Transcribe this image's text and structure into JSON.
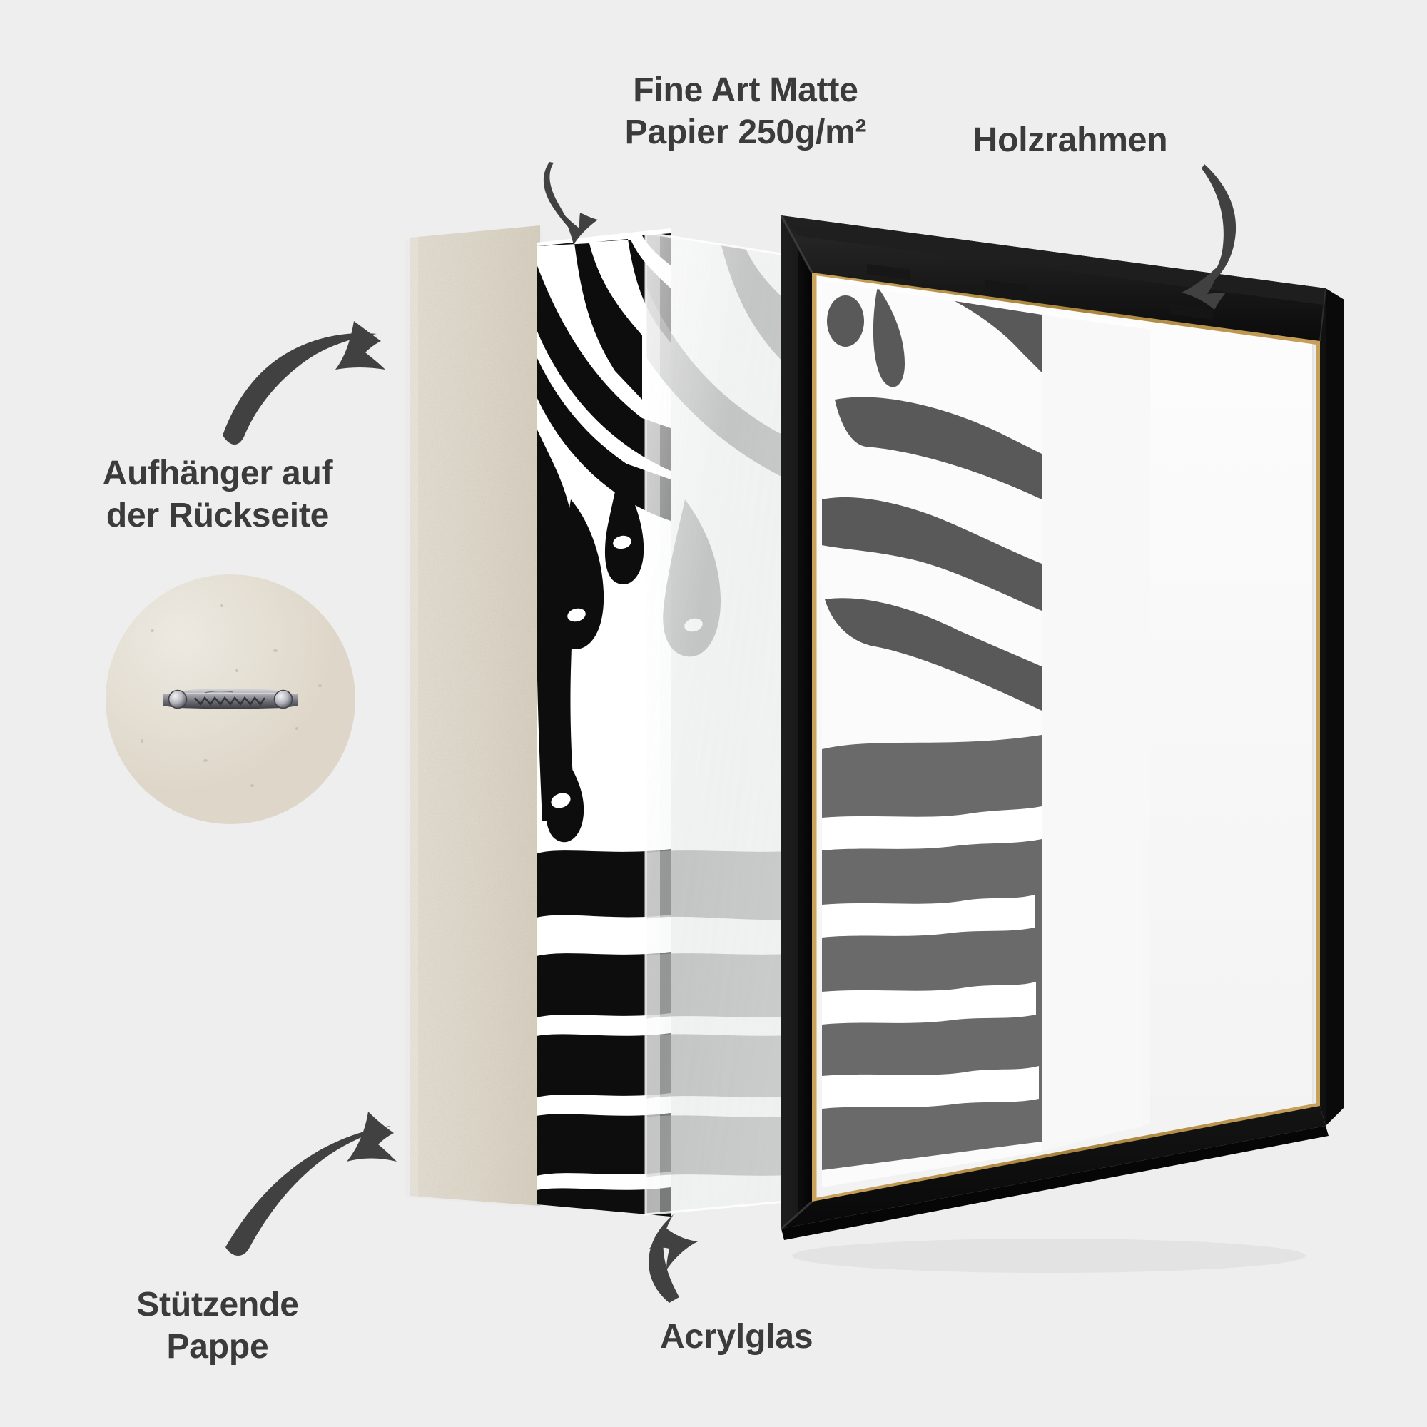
{
  "page": {
    "background_color": "#eeeeee",
    "text_color": "#3b3b3b",
    "type": "product-exploded-view",
    "language": "de"
  },
  "labels": {
    "paper": "Fine Art Matte\nPapier 250g/m²",
    "frame": "Holzrahmen",
    "hanger": "Aufhänger auf\nder Rückseite",
    "cardboard": "Stützende\nPappe",
    "acrylic": "Acrylglas"
  },
  "layers": [
    {
      "id": "cardboard",
      "name": "Stützende Pappe",
      "color": "#ded7c9"
    },
    {
      "id": "paper",
      "name": "Fine Art Matte Papier 250g/m²",
      "color": "#ffffff"
    },
    {
      "id": "acrylic",
      "name": "Acrylglas",
      "color": "#f4f6f6"
    },
    {
      "id": "frame",
      "name": "Holzrahmen",
      "color": "#111111",
      "inner_edge_color": "#b08a3e"
    }
  ],
  "artwork": {
    "subject": "zebra",
    "style": "dripping-paint-monochrome",
    "ink_color": "#0d0d0d",
    "shadow_color": "#6a6a6a",
    "paper_color": "#ffffff"
  },
  "hanger_detail": {
    "component": "sawtooth-hanger",
    "board_color": "#ded7c9",
    "metal_color": "#8e8e94",
    "screw_count": 2
  },
  "arrows": [
    {
      "id": "arrow-paper",
      "points_to": "paper",
      "direction": "down"
    },
    {
      "id": "arrow-frame",
      "points_to": "frame",
      "direction": "down-left"
    },
    {
      "id": "arrow-hanger",
      "points_to": "cardboard",
      "direction": "right"
    },
    {
      "id": "arrow-cardboard",
      "points_to": "cardboard",
      "direction": "up-right"
    },
    {
      "id": "arrow-acrylic",
      "points_to": "acrylic",
      "direction": "up"
    }
  ]
}
